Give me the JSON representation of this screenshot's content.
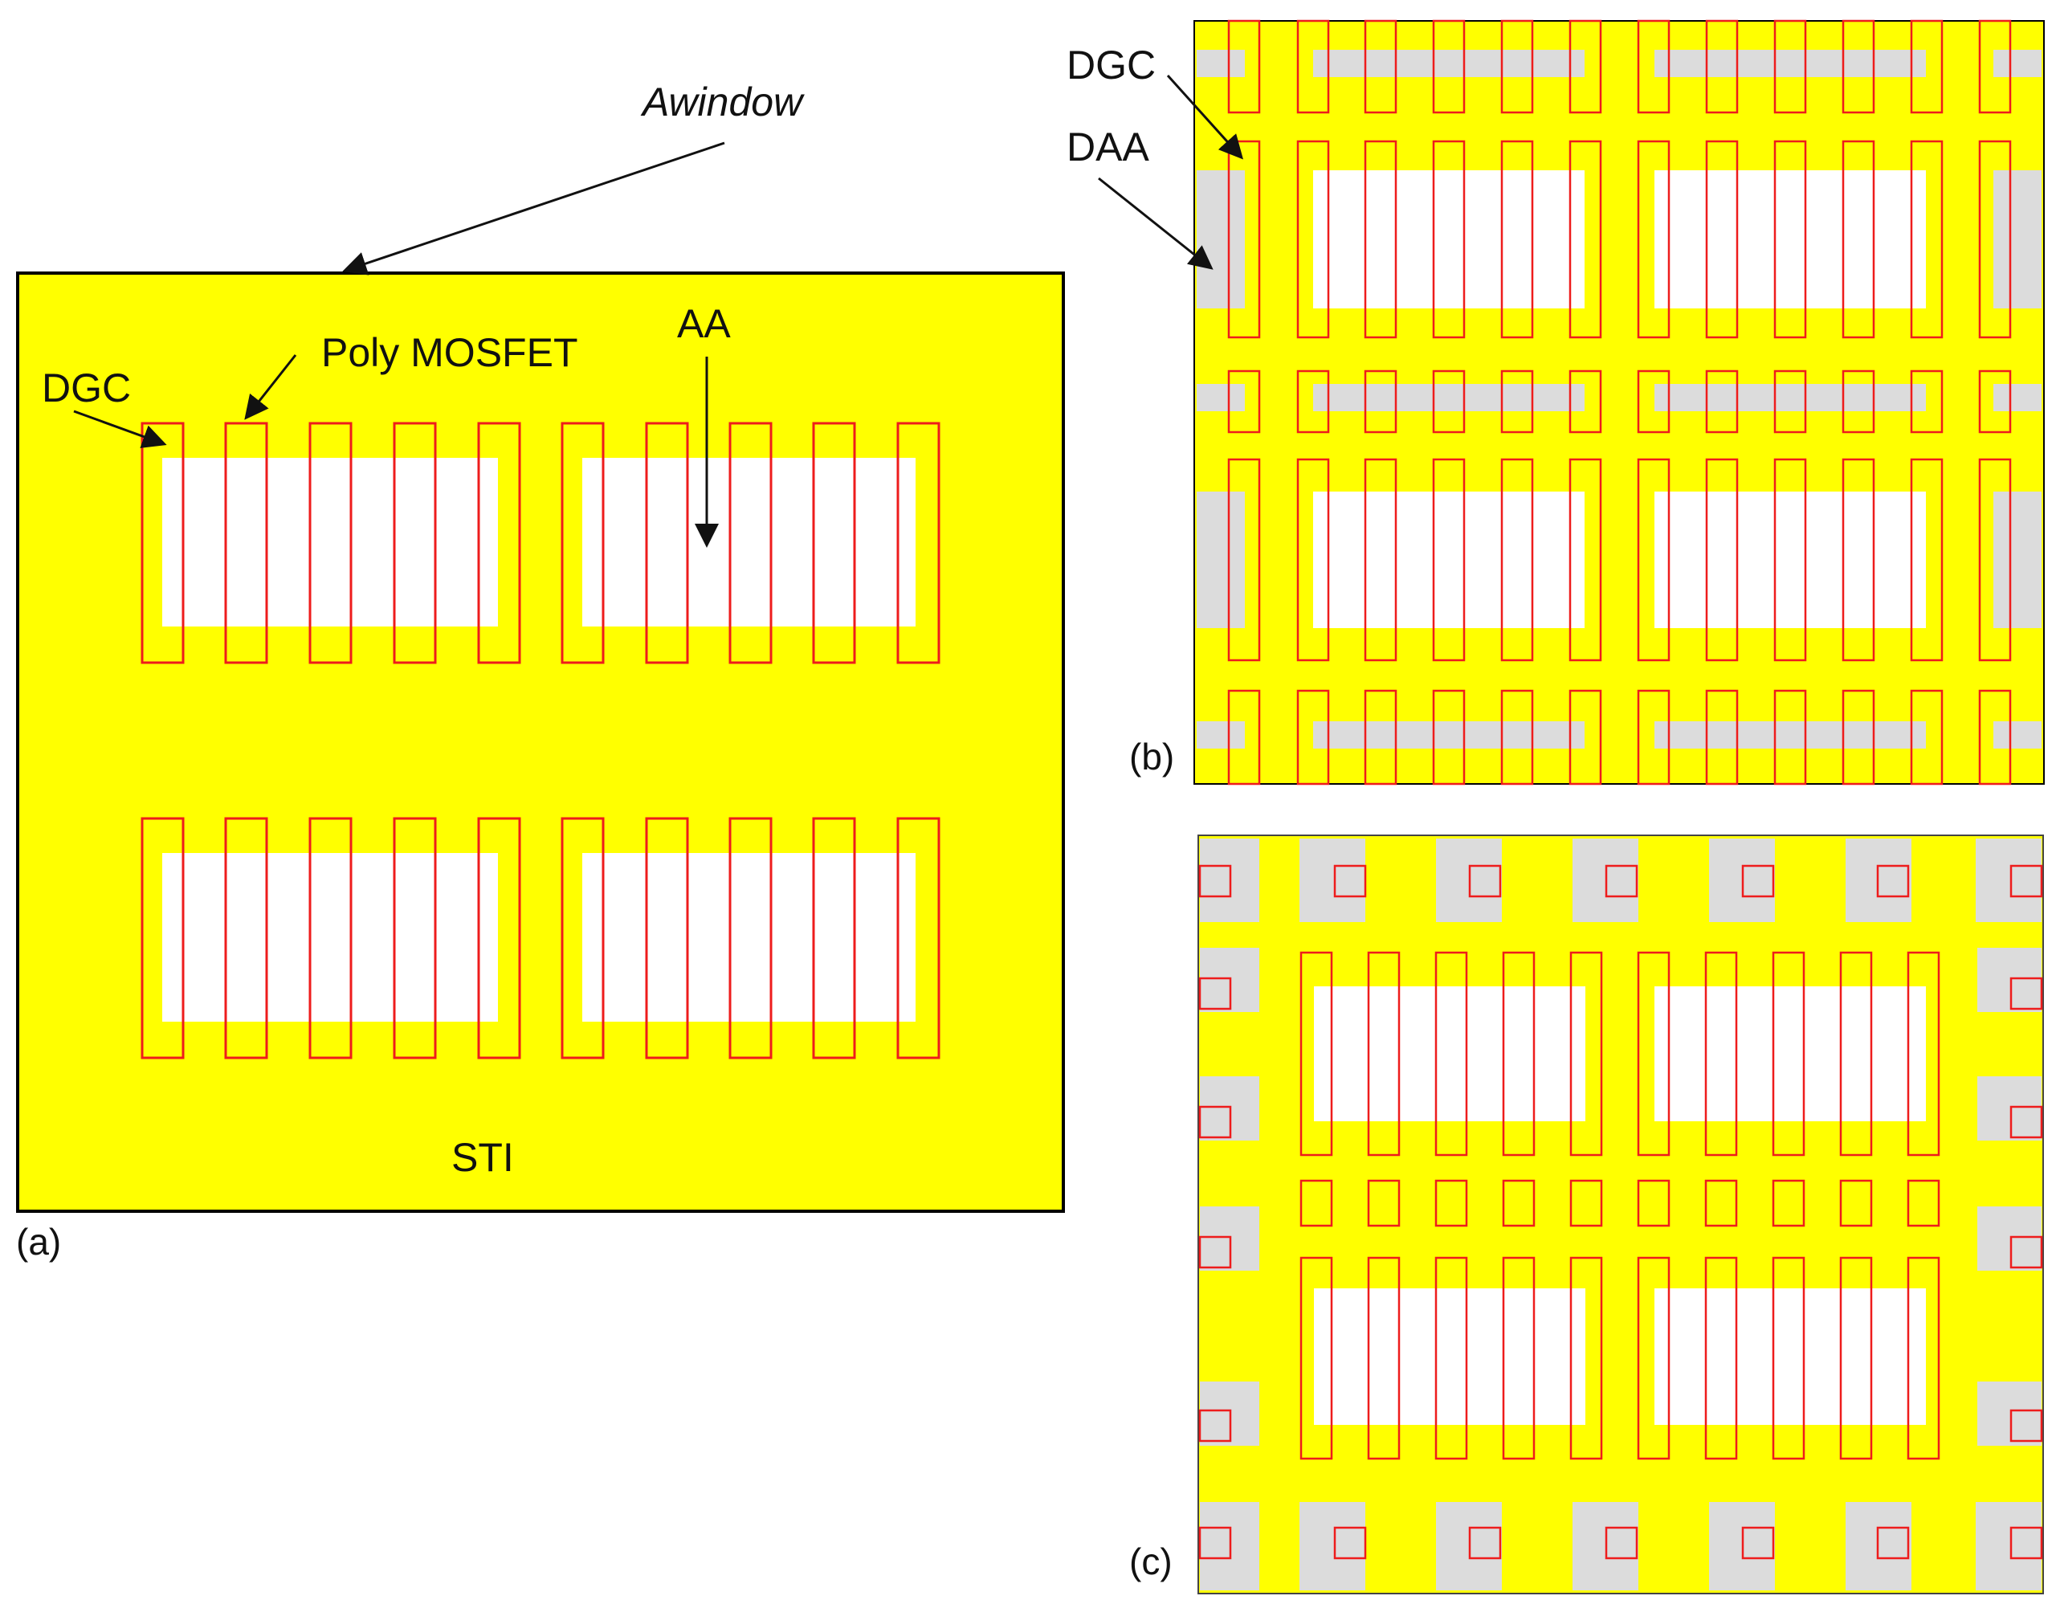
{
  "colors": {
    "sti": "#ffff00",
    "active_area": "#ffffff",
    "dummy_active": "#dcdcdc",
    "dummy_gate": "#ee1c1c",
    "outline": "#000000"
  },
  "labels": {
    "awindow": "Awindow",
    "poly_mosfet": "Poly MOSFET",
    "aa": "AA",
    "dgc_a": "DGC",
    "sti": "STI",
    "dgc_b": "DGC",
    "daa_b": "DAA"
  },
  "panels": [
    {
      "tag": "(a)"
    },
    {
      "tag": "(b)"
    },
    {
      "tag": "(c)"
    }
  ]
}
